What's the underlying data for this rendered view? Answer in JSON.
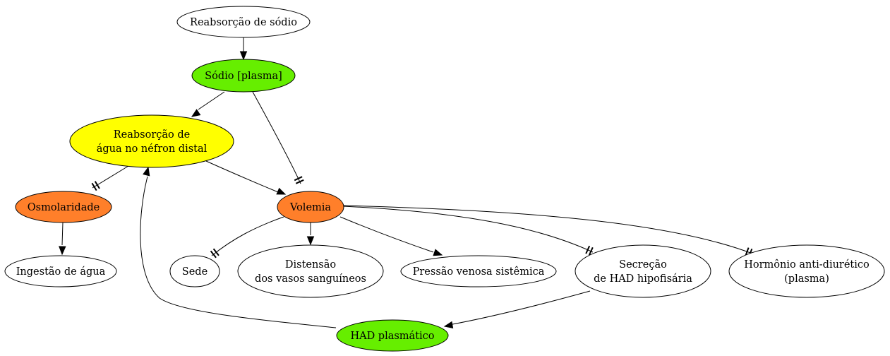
{
  "colors": {
    "green": "#66ee00",
    "yellow": "#ffff00",
    "orange": "#ff7f2a",
    "white": "#ffffff"
  },
  "nodes": {
    "reabsorcao_sodio": {
      "lines": [
        "Reabsorção de sódio"
      ],
      "color": "white"
    },
    "sodio_plasma": {
      "lines": [
        "Sódio [plasma]"
      ],
      "color": "green"
    },
    "reabsorcao_agua": {
      "lines": [
        "Reabsorção de",
        "água no néfron distal"
      ],
      "color": "yellow"
    },
    "osmolaridade": {
      "lines": [
        "Osmolaridade"
      ],
      "color": "orange"
    },
    "volemia": {
      "lines": [
        "Volemia"
      ],
      "color": "orange"
    },
    "ingestao_agua": {
      "lines": [
        "Ingestão de água"
      ],
      "color": "white"
    },
    "sede": {
      "lines": [
        "Sede"
      ],
      "color": "white"
    },
    "distensao": {
      "lines": [
        "Distensão",
        "dos vasos sanguíneos"
      ],
      "color": "white"
    },
    "pressao_venosa": {
      "lines": [
        "Pressão venosa sistêmica"
      ],
      "color": "white"
    },
    "secrecao_had": {
      "lines": [
        "Secreção",
        "de HAD hipofisária"
      ],
      "color": "white"
    },
    "hormonio_antidiuretico": {
      "lines": [
        "Hormônio anti-diurético",
        "(plasma)"
      ],
      "color": "white"
    },
    "had_plasmatico": {
      "lines": [
        "HAD plasmático"
      ],
      "color": "green"
    }
  },
  "edges": [
    {
      "from": "reabsorcao_sodio",
      "to": "sodio_plasma",
      "type": "positive"
    },
    {
      "from": "sodio_plasma",
      "to": "reabsorcao_agua",
      "type": "positive"
    },
    {
      "from": "sodio_plasma",
      "to": "volemia",
      "type": "negative"
    },
    {
      "from": "reabsorcao_agua",
      "to": "osmolaridade",
      "type": "negative"
    },
    {
      "from": "reabsorcao_agua",
      "to": "volemia",
      "type": "positive"
    },
    {
      "from": "osmolaridade",
      "to": "ingestao_agua",
      "type": "positive"
    },
    {
      "from": "volemia",
      "to": "sede",
      "type": "negative"
    },
    {
      "from": "volemia",
      "to": "distensao",
      "type": "positive"
    },
    {
      "from": "volemia",
      "to": "pressao_venosa",
      "type": "positive"
    },
    {
      "from": "volemia",
      "to": "secrecao_had",
      "type": "negative"
    },
    {
      "from": "volemia",
      "to": "hormonio_antidiuretico",
      "type": "negative"
    },
    {
      "from": "secrecao_had",
      "to": "had_plasmatico",
      "type": "positive"
    },
    {
      "from": "had_plasmatico",
      "to": "reabsorcao_agua",
      "type": "positive"
    }
  ]
}
